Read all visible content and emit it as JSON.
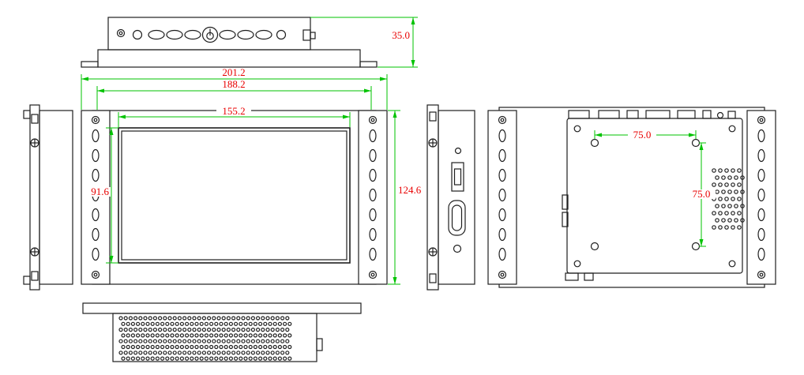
{
  "drawing": {
    "colors": {
      "background": "#ffffff",
      "outline": "#1f1f1f",
      "dimension_line": "#00c300",
      "dimension_text": "#e80000"
    },
    "dims": {
      "depth": "35.0",
      "overall_width": "201.2",
      "frame_width": "188.2",
      "display_width": "155.2",
      "display_height": "91.6",
      "frame_height": "124.6",
      "vesa_horizontal": "75.0",
      "vesa_vertical": "75.0"
    }
  }
}
